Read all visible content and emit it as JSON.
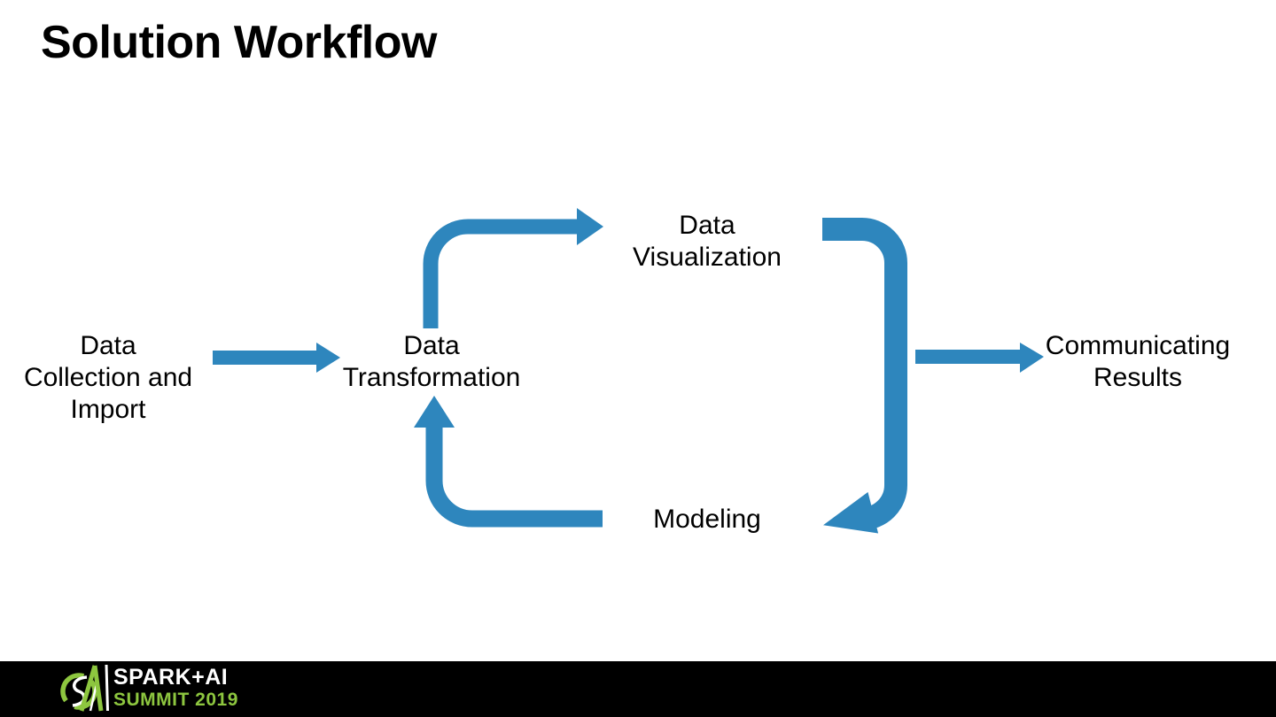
{
  "slide": {
    "title": "Solution Workflow",
    "background_color": "#FFFFFF",
    "text_color": "#000000"
  },
  "diagram": {
    "arrow_color": "#2E86BD",
    "nodes": {
      "collection": {
        "label": "Data\nCollection and\nImport"
      },
      "transformation": {
        "label": "Data\nTransformation"
      },
      "visualization": {
        "label": "Data\nVisualization"
      },
      "modeling": {
        "label": "Modeling"
      },
      "communicating": {
        "label": "Communicating\nResults"
      }
    },
    "flow": [
      {
        "from": "Data Collection and Import",
        "to": "Data Transformation",
        "style": "straight-right"
      },
      {
        "from": "Data Transformation",
        "to": "Data Visualization",
        "style": "curved-up-right"
      },
      {
        "from": "Data Visualization",
        "to": "Modeling",
        "style": "curved-down-left"
      },
      {
        "from": "Modeling",
        "to": "Data Transformation",
        "style": "curved-left-up"
      },
      {
        "from": "Data Visualization",
        "to": "Communicating Results",
        "style": "straight-right"
      }
    ]
  },
  "footer": {
    "background_color": "#000000",
    "logo": {
      "mark": "spark-ai-summit-logo-mark",
      "line1": "SPARK+AI",
      "line2": "SUMMIT 2019",
      "green": "#8DC63F",
      "white": "#FFFFFF"
    }
  }
}
